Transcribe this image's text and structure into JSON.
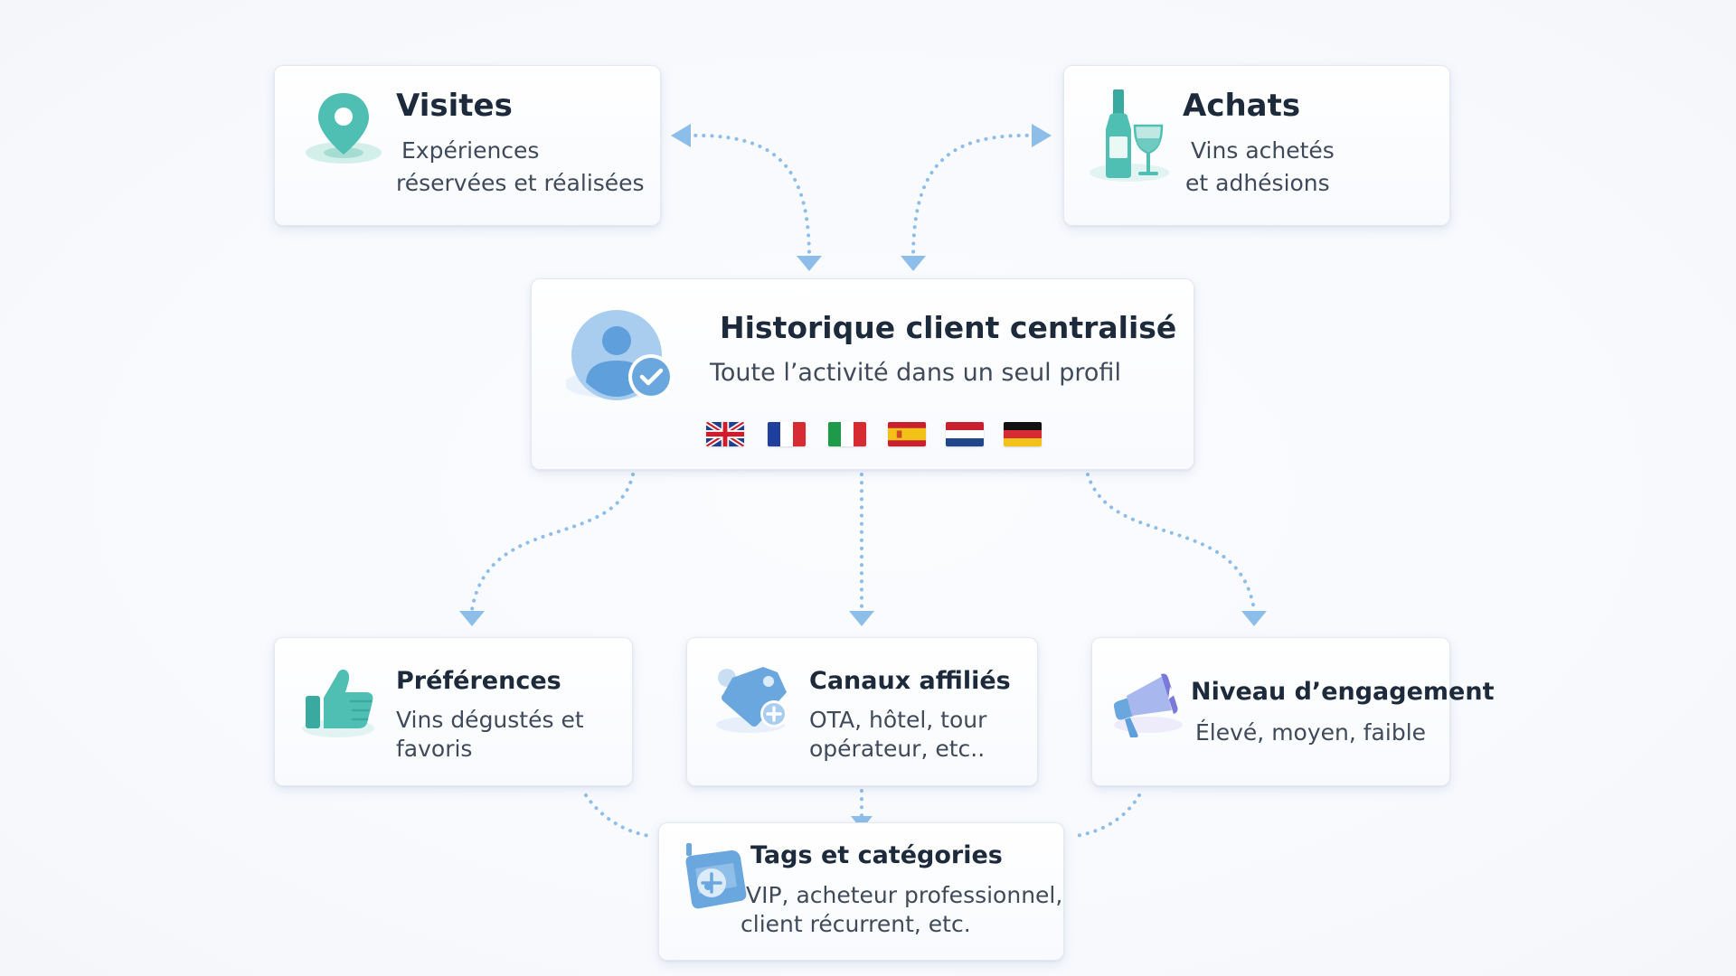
{
  "visits": {
    "title": "Visites",
    "line1": "Expériences",
    "line2": "réservées et réalisées"
  },
  "purchases": {
    "title": "Achats",
    "line1": "Vins achetés",
    "line2": "et adhésions"
  },
  "history": {
    "title": "Historique client centralisé",
    "subtitle": "Toute l’activité dans un seul profil",
    "flags": [
      "uk-flag",
      "france-flag",
      "italy-flag",
      "spain-flag",
      "netherlands-flag",
      "germany-flag"
    ]
  },
  "preferences": {
    "title": "Préférences",
    "line1": "Vins dégustés et",
    "line2": "favoris"
  },
  "channels": {
    "title": "Canaux affiliés",
    "line1": "OTA, hôtel, tour",
    "line2": "opérateur, etc.."
  },
  "engagement": {
    "title": "Niveau d’engagement",
    "line1": "Élevé, moyen, faible"
  },
  "tags": {
    "title": "Tags et catégories",
    "line1": "VIP, acheteur professionnel,",
    "line2": "client récurrent, etc."
  },
  "colors": {
    "connector": "#8dbde9",
    "teal": "#4fbfb3",
    "blue": "#6aa7de",
    "purple": "#7a78d8",
    "title_text": "#1d2a3c",
    "body_text": "#3f4a5a"
  }
}
